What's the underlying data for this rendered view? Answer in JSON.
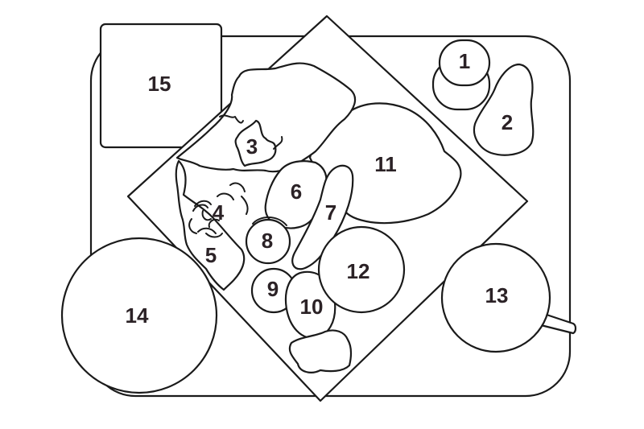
{
  "labels": {
    "l1": "1",
    "l2": "2",
    "l3": "3",
    "l4": "4",
    "l5": "5",
    "l6": "6",
    "l7": "7",
    "l8": "8",
    "l9": "9",
    "l10": "10",
    "l11": "11",
    "l12": "12",
    "l13": "13",
    "l14": "14",
    "l15": "15"
  },
  "colors": {
    "line": "#1a1a1a",
    "label": "#2b2226",
    "fill": "#ffffff"
  }
}
